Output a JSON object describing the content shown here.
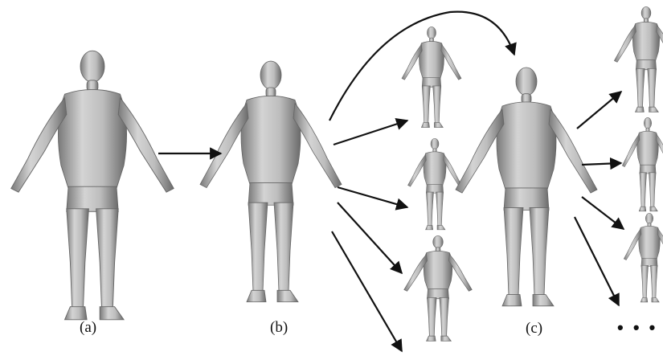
{
  "labels": {
    "a": "(a)",
    "b": "(b)",
    "c": "(c)"
  },
  "ellipsis": "• • •",
  "figures": [
    {
      "id": "a",
      "depicts": "template male body, A-pose, bald"
    },
    {
      "id": "b",
      "depicts": "male body with shorts"
    },
    {
      "id": "b-variant-1",
      "depicts": "male body variant"
    },
    {
      "id": "b-variant-2",
      "depicts": "male body variant"
    },
    {
      "id": "b-variant-3",
      "depicts": "heavier male body variant"
    },
    {
      "id": "c",
      "depicts": "female body"
    },
    {
      "id": "c-variant-1",
      "depicts": "heavier female body variant"
    },
    {
      "id": "c-variant-2",
      "depicts": "female body variant"
    },
    {
      "id": "c-variant-3",
      "depicts": "female body variant"
    }
  ],
  "colors": {
    "body_light": "#d9d9d9",
    "body_mid": "#a8a8a8",
    "body_dark": "#6e6e6e",
    "arrow": "#111111"
  }
}
